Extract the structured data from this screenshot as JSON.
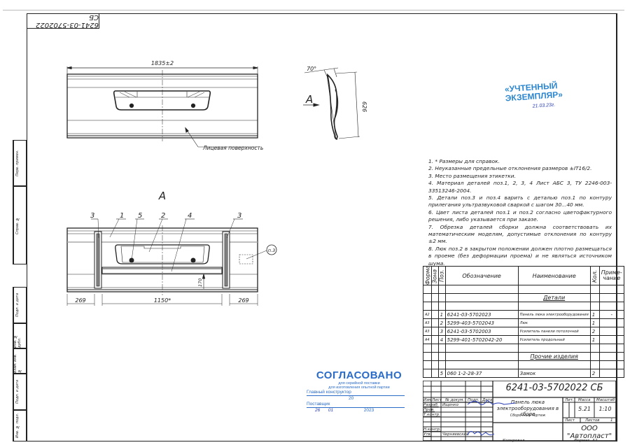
{
  "document": {
    "type": "Сборочный чертеж",
    "designation": "6241-03-5702022 СБ",
    "designation_rotated": "6241-03-5702022 СБ",
    "title_line1": "Панель люка",
    "title_line2": "электрооборудования в сборе",
    "doc_kind": "Сборочный чертеж",
    "mass": "5.21",
    "scale": "1:10",
    "sheet_label": "Лист",
    "sheets_label": "Листов",
    "sheets_count": "1",
    "company": "ООО \"Автопласт\"",
    "copied_label": "Копировал",
    "format_label": "Формат",
    "format": "A2"
  },
  "drawing": {
    "top_view": {
      "dim_width": "1835±2",
      "face_label": "Лицевая поверхность"
    },
    "side_view": {
      "angle": "70°",
      "dim_height": "626",
      "view_arrow": "A"
    },
    "view_a": {
      "title": "A",
      "callouts": [
        "3",
        "1",
        "5",
        "2",
        "4",
        "3"
      ],
      "label_marker": "п.3",
      "dim_left": "269",
      "dim_center": "1150*",
      "dim_right": "269",
      "dim_vertical": "170"
    }
  },
  "notes": [
    "1. * Размеры для справок.",
    "2. Неуказанные предельные отклонения размеров ±IT16/2.",
    "3. Место размещения этикетки.",
    "4. Материал деталей поз.1, 2, 3, 4 Лист АБС 3, ТУ 2246-003-33513246-2004.",
    "5. Детали поз.3 и поз.4 варить с деталью поз.1 по контуру прилегания ультразвуковой сваркой с шагом 30...40 мм.",
    "6. Цвет листа деталей поз.1 и поз.2 согласно цветофактурного решения, либо указывается при заказе.",
    "7. Обрезка деталей сборки должна соответствовать их математическим моделям, допустимые отклонения по контуру ±2 мм.",
    "8. Люк поз.2 в закрытом положении должен плотно размещаться в проеме (без деформации проема) и не являться источником шума."
  ],
  "spec_table": {
    "headers": {
      "format": "Формат",
      "zone": "Зона",
      "pos": "Поз.",
      "designation": "Обозначение",
      "name": "Наименование",
      "qty": "Кол.",
      "note": "Приме-чание"
    },
    "section_parts": "Детали",
    "section_other": "Прочие изделия",
    "rows": [
      {
        "format": "A2",
        "pos": "1",
        "designation": "6241-03-5702023",
        "name": "Панель люка электрооборудования",
        "qty": "1",
        "note": "-"
      },
      {
        "format": "A3",
        "pos": "2",
        "designation": "5299-403-5702043",
        "name": "Люк",
        "qty": "1",
        "note": ""
      },
      {
        "format": "A3",
        "pos": "3",
        "designation": "6241-03-5702003",
        "name": "Усилитель панели потолочной",
        "qty": "2",
        "note": ""
      },
      {
        "format": "A4",
        "pos": "4",
        "designation": "5299-401-5702042-20",
        "name": "Усилитель продольный",
        "qty": "1",
        "note": ""
      }
    ],
    "other_rows": [
      {
        "format": "",
        "pos": "5",
        "designation": "060 1-2-28-37",
        "name": "Замок",
        "qty": "2",
        "note": ""
      }
    ]
  },
  "title_block": {
    "cols": [
      "Изм",
      "Лист",
      "№ докум.",
      "Подп.",
      "Дата"
    ],
    "roles": [
      "Разраб.",
      "Пров.",
      "Т.контр.",
      "",
      "Н.контр.",
      "Утв."
    ],
    "developer": "Ищенко",
    "approver": "Черняевский",
    "lit_label": "Лит.",
    "mass_label": "Масса",
    "scale_label": "Масштаб"
  },
  "side_strip": {
    "labels": [
      "Перв. примен.",
      "Справ. №",
      "Подп. и дата",
      "Инв. № дубл.",
      "Взам. инв. №",
      "Подп. и дата",
      "Инв. № подл."
    ]
  },
  "stamps": {
    "agreed": {
      "title": "СОГЛАСОВАНО",
      "line1": "для серийной поставки",
      "line2": "для изготовления опытной партии",
      "chief": "Главный конструктор",
      "supplier": "Поставщик",
      "date_day": "26",
      "date_month": "01",
      "year_prefix_blank": "20",
      "year": "2023"
    },
    "copy": {
      "line1": "«УЧТЕННЫЙ",
      "line2": "ЭКЗЕМПЛЯР»",
      "date": "21.03.23г."
    }
  },
  "colors": {
    "ink": "#222222",
    "stamp_blue": "#2a6bc8",
    "pen_blue": "#2a3fb8"
  }
}
